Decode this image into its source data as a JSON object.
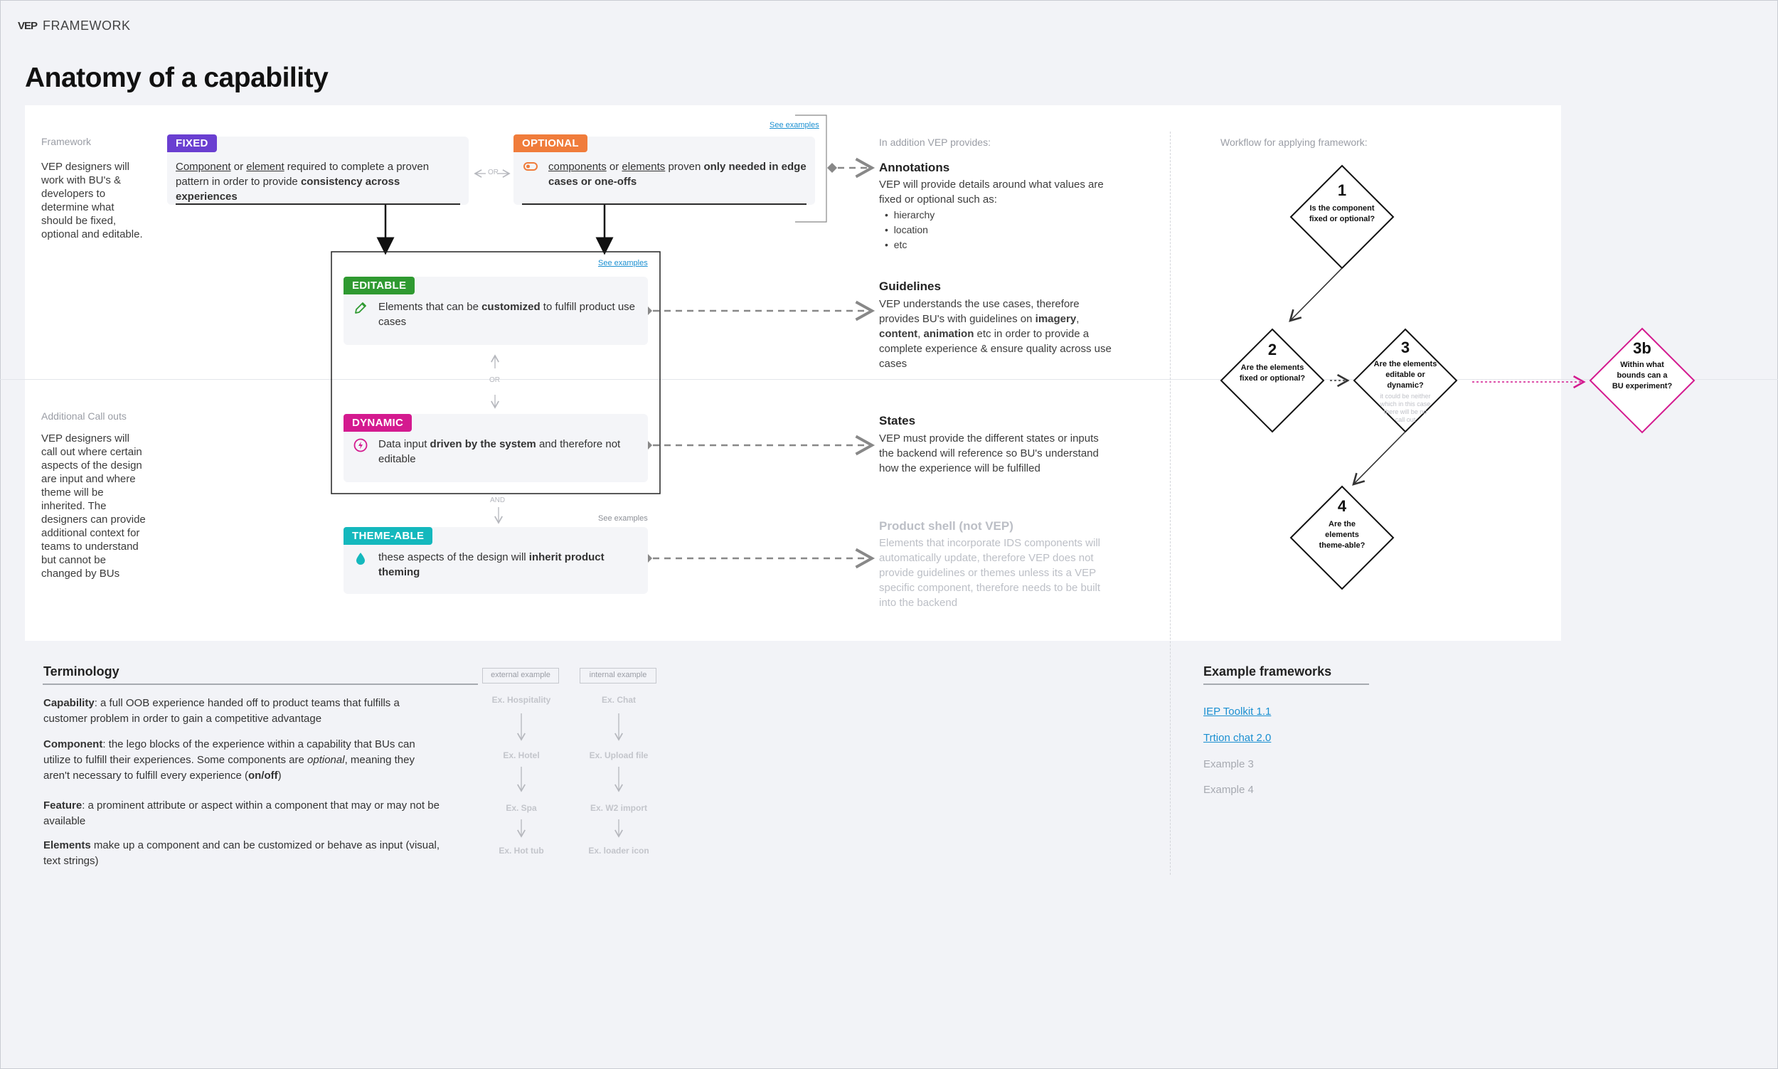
{
  "brand": {
    "logo": "VEP",
    "label": "FRAMEWORK"
  },
  "page_title": "Anatomy of a capability",
  "left": {
    "framework_heading": "Framework",
    "framework_text": "VEP designers will work with BU's & developers to determine what should be fixed, optional and editable.",
    "callouts_heading": "Additional Call outs",
    "callouts_text": "VEP designers will call out where certain aspects of the design are input and where theme will be inherited. The designers can provide additional context for teams to understand but cannot be changed by BUs"
  },
  "cards": {
    "fixed": {
      "tag": "FIXED",
      "color": "#6a3fd1",
      "pre1": "Component",
      "mid1": " or ",
      "pre2": "element",
      "mid2": " required to complete a proven pattern in order to provide ",
      "bold": "consistency across experiences"
    },
    "optional": {
      "tag": "OPTIONAL",
      "color": "#f07c3b",
      "u1": "components",
      "mid1": " or ",
      "u2": "elements",
      "mid2": " proven ",
      "bold": "only needed in edge cases or one-offs",
      "see": "See examples"
    },
    "or_between": "OR",
    "editable": {
      "tag": "EDITABLE",
      "color": "#2f9a31",
      "pre": "Elements that can be ",
      "bold": "customized",
      "post": " to fulfill product use cases",
      "see": "See examples"
    },
    "or_vertical": "OR",
    "dynamic": {
      "tag": "DYNAMIC",
      "color": "#d41a8f",
      "pre": "Data input ",
      "bold": "driven by the system",
      "post": " and therefore not editable"
    },
    "and_label": "AND",
    "themeable": {
      "tag": "THEME-ABLE",
      "color": "#14b8bd",
      "pre": "these aspects of the design will ",
      "bold": "inherit product theming",
      "see": "See examples"
    }
  },
  "provides": {
    "heading": "In addition VEP provides:",
    "annotations": {
      "title": "Annotations",
      "text": "VEP will provide details around what values are fixed or optional such as:",
      "items": [
        "hierarchy",
        "location",
        "etc"
      ]
    },
    "guidelines": {
      "title": "Guidelines",
      "t1": "VEP understands the use cases, therefore provides BU's with guidelines on ",
      "b1": "imagery",
      "t2": ", ",
      "b2": "content",
      "t3": ", ",
      "b3": "animation",
      "t4": " etc in order to provide a complete experience  & ensure quality across use cases"
    },
    "states": {
      "title": "States",
      "text": "VEP must provide the different states or inputs the backend will reference so BU's understand how the experience will be fulfilled"
    },
    "shell": {
      "title": "Product shell (not VEP)",
      "text": "Elements that incorporate IDS components will automatically update, therefore VEP does not provide guidelines or themes unless its a VEP specific component, therefore needs to be built into the backend"
    }
  },
  "workflow": {
    "heading": "Workflow for applying framework:",
    "steps": [
      {
        "num": "1",
        "q": "Is the component fixed or optional?"
      },
      {
        "num": "2",
        "q": "Are the elements fixed or optional?"
      },
      {
        "num": "3",
        "q": "Are the elements editable or dynamic?",
        "note": "it could be neither which in this case there will be no call out"
      },
      {
        "num": "3b",
        "q": "Within what bounds can a BU experiment?"
      },
      {
        "num": "4",
        "q": "Are the elements theme-able?"
      }
    ],
    "accent": "#d41a8f"
  },
  "terminology": {
    "heading": "Terminology",
    "items": [
      {
        "term": "Capability",
        "text": ": a full OOB experience handed off to product teams that fulfills a customer problem in order to gain a competitive advantage"
      },
      {
        "term": "Component",
        "text1": ": the lego blocks of the experience within a capability that BUs can utilize to fulfill their experiences. Some components are ",
        "em": "optional",
        "text2": ", meaning they aren't necessary to fulfill every experience (",
        "b": "on/off",
        "text3": ")"
      },
      {
        "term": "Feature",
        "text": ": a prominent attribute or aspect within a component that may or may not be available"
      },
      {
        "term": "Elements",
        "text": " make up a component and can be customized or behave as input (visual, text strings)"
      }
    ],
    "external": {
      "label": "external example",
      "items": [
        "Ex. Hospitality",
        "Ex. Hotel",
        "Ex. Spa",
        "Ex. Hot tub"
      ]
    },
    "internal": {
      "label": "internal example",
      "items": [
        "Ex. Chat",
        "Ex. Upload file",
        "Ex. W2 import",
        "Ex. loader icon"
      ]
    }
  },
  "examples": {
    "heading": "Example frameworks",
    "links": [
      "IEP Toolkit 1.1",
      "Trtion chat 2.0"
    ],
    "disabled": [
      "Example 3",
      "Example 4"
    ]
  }
}
